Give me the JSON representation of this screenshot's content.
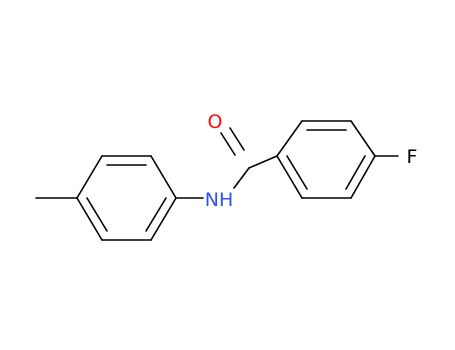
{
  "molecule": {
    "atoms": [
      {
        "id": "O",
        "label": "O",
        "color": "#ff0d0d"
      },
      {
        "id": "N",
        "label": "NH",
        "color": "#3050f8"
      },
      {
        "id": "F",
        "label": "F",
        "color": "#000000"
      }
    ],
    "bond_color": "#000000",
    "background": "#ffffff"
  }
}
